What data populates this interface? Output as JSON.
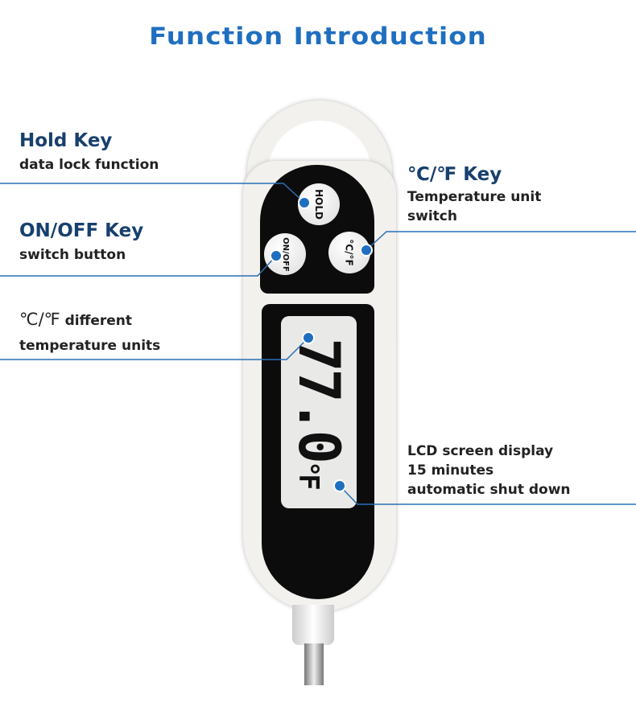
{
  "title": "Function Introduction",
  "callouts": {
    "hold": {
      "heading": "Hold Key",
      "desc": "data lock function"
    },
    "onoff": {
      "heading": "ON/OFF Key",
      "desc": "switch button"
    },
    "unit_key": {
      "heading": "℃/℉ Key",
      "desc_line1": "Temperature unit",
      "desc_line2": "switch"
    },
    "units": {
      "symbol": "℃/℉",
      "line1_rest": "different",
      "line2": "temperature units"
    },
    "lcd": {
      "line1": "LCD screen display",
      "line2": "15 minutes",
      "line3": "automatic shut down"
    }
  },
  "device": {
    "hold_label": "HOLD",
    "onoff_label": "ON/OFF",
    "unit_label": "°C/°F",
    "lcd_reading": "77.0",
    "lcd_unit": "°F"
  },
  "colors": {
    "accent": "#1f6fc0",
    "heading": "#17406e",
    "line": "#2a6fb8"
  }
}
